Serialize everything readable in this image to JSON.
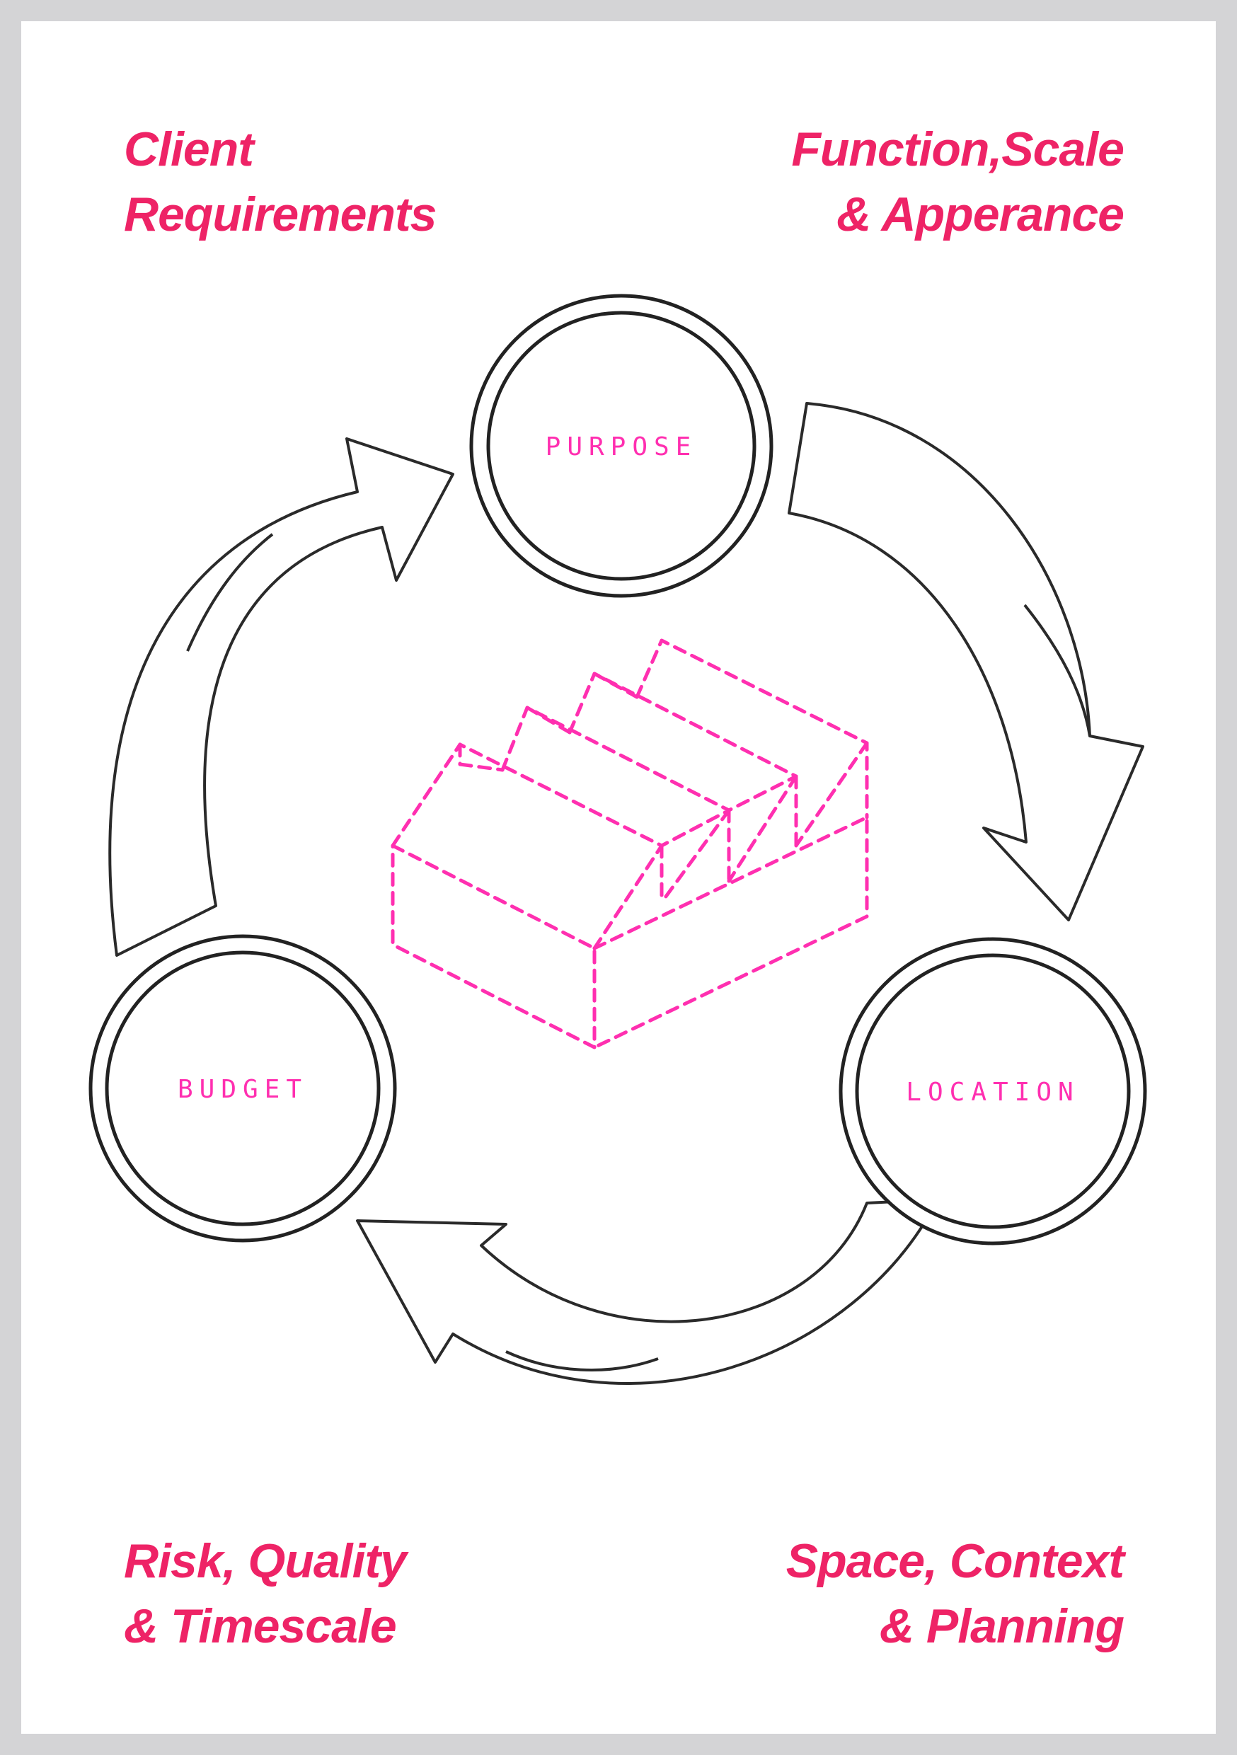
{
  "corners": {
    "top_left": [
      "Client",
      "Requirements"
    ],
    "top_right": [
      "Function,Scale",
      "& Apperance"
    ],
    "bottom_left": [
      "Risk, Quality",
      "& Timescale"
    ],
    "bottom_right": [
      "Space, Context",
      "& Planning"
    ]
  },
  "nodes": {
    "purpose": "PURPOSE",
    "budget": "BUDGET",
    "location": "LOCATION"
  },
  "colors": {
    "accent_text": "#ee2366",
    "dashed_box": "#ff2fb0",
    "line": "#2a2a2a",
    "frame": "#d4d4d6"
  }
}
